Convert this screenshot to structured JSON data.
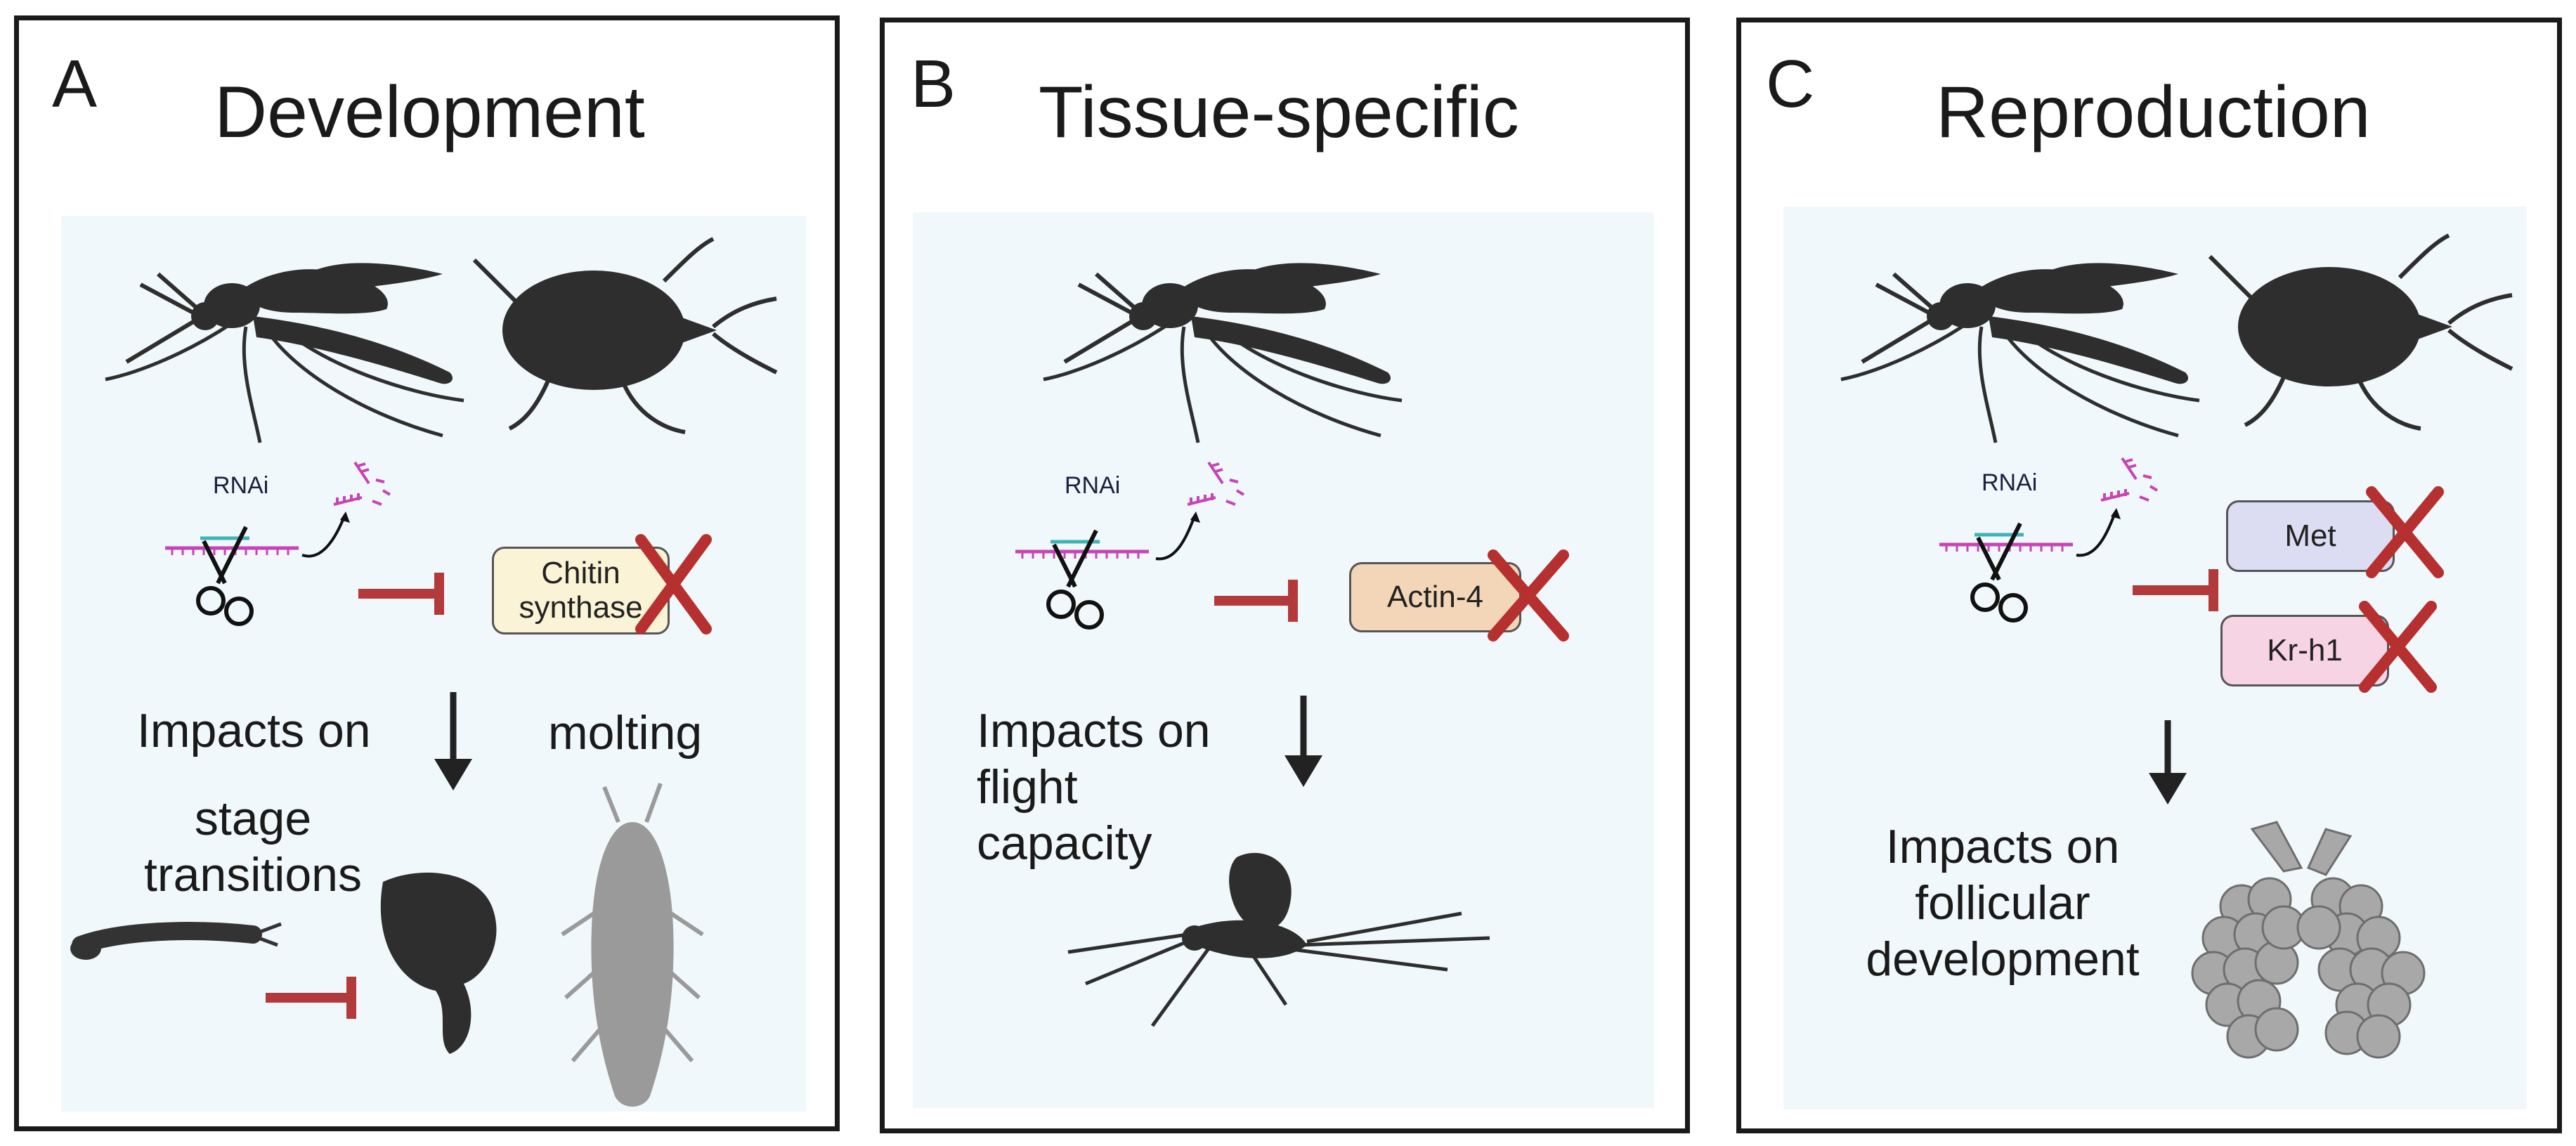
{
  "panels": {
    "a": {
      "letter": "A",
      "title": "Development",
      "rnai": "RNAi",
      "gene": "Chitin\nsynthase",
      "impacts": "Impacts on",
      "stage": "stage\ntransitions",
      "molting": "molting"
    },
    "b": {
      "letter": "B",
      "title": "Tissue-specific",
      "rnai": "RNAi",
      "gene": "Actin-4",
      "impacts": "Impacts on\nflight\ncapacity"
    },
    "c": {
      "letter": "C",
      "title": "Reproduction",
      "rnai": "RNAi",
      "gene1": "Met",
      "gene2": "Kr-h1",
      "impacts": "Impacts on\nfollicular\ndevelopment"
    }
  },
  "colors": {
    "inhibit": "#b23a3a",
    "cross": "#b5302f",
    "background": "#f1f8fc",
    "silhouette": "#2e2e2e",
    "grey_silhouette": "#9a9a9a",
    "chitin_box": "#fbf3d6",
    "actin_box": "#f3d6b8",
    "met_box": "#dcdcf2",
    "krh1_box": "#f7d4e4",
    "rna_strand": "#c545b6",
    "guide": "#3fb4b4"
  },
  "icons": [
    "mosquito-icon",
    "triatomine-bug-icon",
    "scissors-icon",
    "rna-fragments-icon",
    "larva-icon",
    "pupa-icon",
    "nymph-icon",
    "ovary-icon"
  ]
}
